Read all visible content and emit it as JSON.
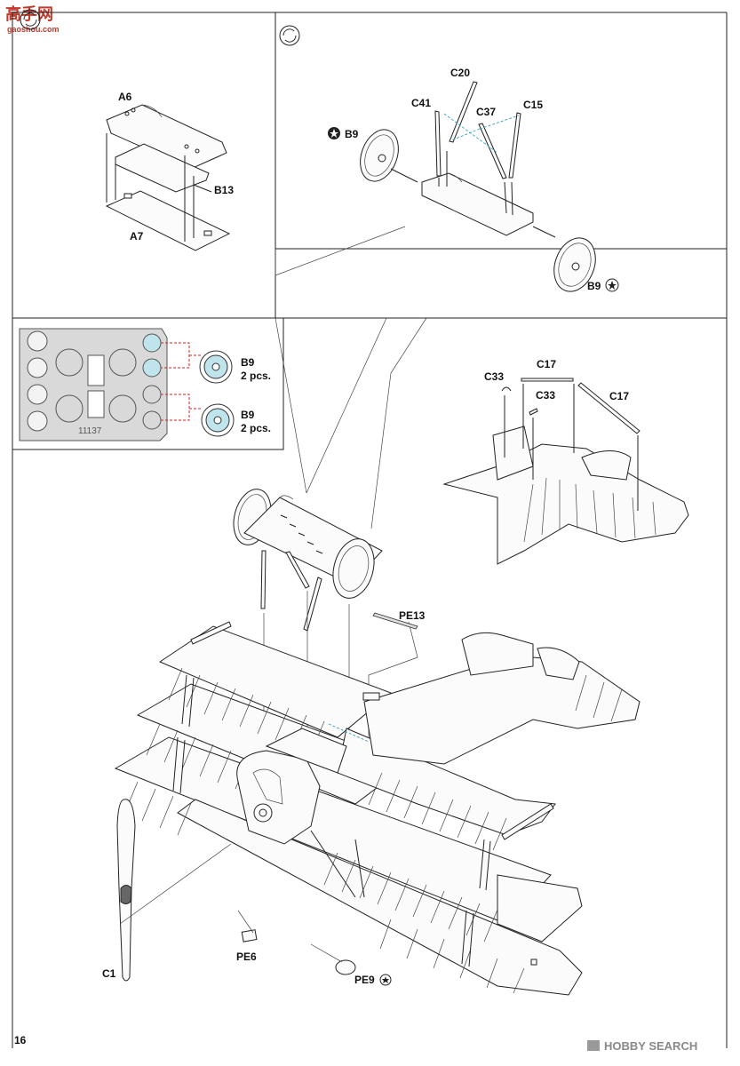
{
  "watermark_top": {
    "logo_text": "高手网",
    "sub_text": "gaoshou.com"
  },
  "watermark_bottom": {
    "text": "HOBBY SEARCH"
  },
  "page_number": "16",
  "step_icons": [
    "rotate-step-icon",
    "rotate-step-icon"
  ],
  "step1_labels": {
    "top_half": "A6",
    "axle": "B13",
    "bottom_half": "A7"
  },
  "step2_labels": {
    "wheel_left": "B9",
    "strut_a": "C20",
    "strut_b": "C41",
    "strut_c": "C37",
    "strut_d": "C15",
    "wheel_right": "B9"
  },
  "sprue": {
    "number": "11137",
    "callout1": {
      "part": "B9",
      "qty": "2 pcs."
    },
    "callout2": {
      "part": "B9",
      "qty": "2 pcs."
    }
  },
  "tail_labels": {
    "c33_a": "C33",
    "c17_a": "C17",
    "c33_b": "C33",
    "c17_b": "C17"
  },
  "main_labels": {
    "pe13": "PE13",
    "pe6": "PE6",
    "pe9": "PE9",
    "c1": "C1"
  }
}
